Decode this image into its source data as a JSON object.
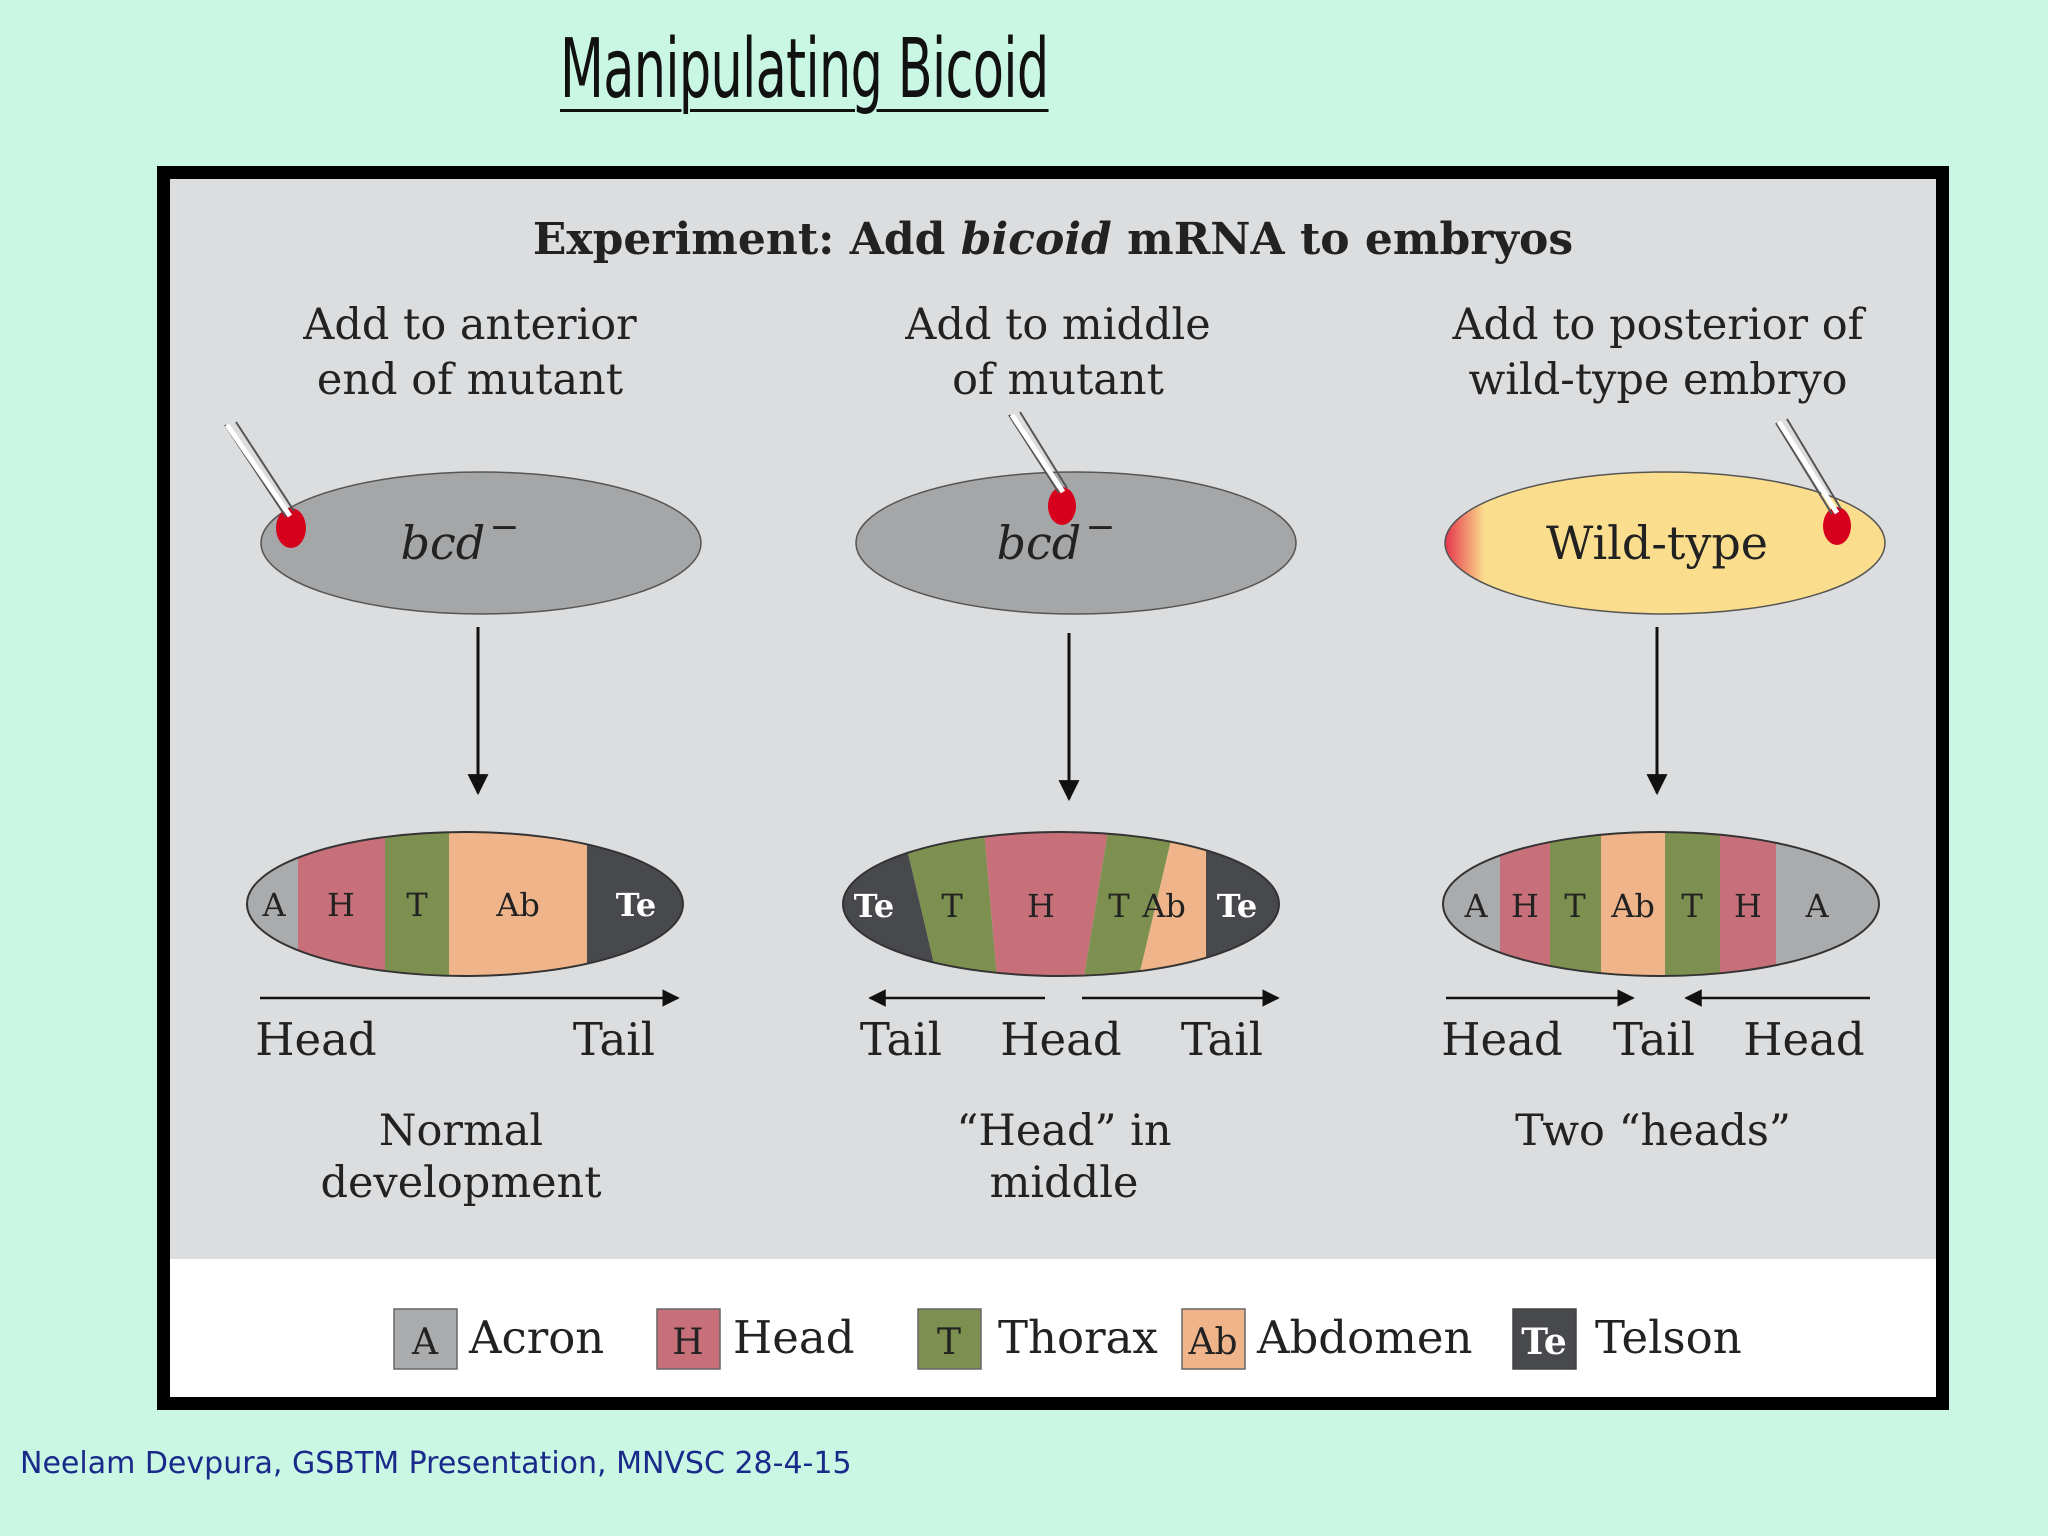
{
  "slide": {
    "title": "Manipulating Bicoid",
    "footer": "Neelam Devpura, GSBTM Presentation, MNVSC 28-4-15"
  },
  "figure": {
    "header_prefix": "Experiment: Add ",
    "header_italic": "bicoid",
    "header_suffix": " mRNA to embryos",
    "columns": [
      {
        "instruction": [
          "Add to anterior",
          "end of mutant"
        ],
        "egg_label": "bcd",
        "egg_superscript": "−",
        "segments": [
          "A",
          "H",
          "T",
          "Ab",
          "Te"
        ],
        "axis_labels": [
          "Head",
          "Tail"
        ],
        "outcome": [
          "Normal",
          "development"
        ]
      },
      {
        "instruction": [
          "Add to middle",
          "of mutant"
        ],
        "egg_label": "bcd",
        "egg_superscript": "−",
        "segments": [
          "Te",
          "T",
          "H",
          "T",
          "Ab",
          "Te"
        ],
        "axis_labels": [
          "Tail",
          "Head",
          "Tail"
        ],
        "outcome": [
          "“Head” in",
          "middle"
        ]
      },
      {
        "instruction": [
          "Add to posterior of",
          "wild-type embryo"
        ],
        "egg_label": "Wild-type",
        "egg_superscript": "",
        "segments": [
          "A",
          "H",
          "T",
          "Ab",
          "T",
          "H",
          "A"
        ],
        "axis_labels": [
          "Head",
          "Tail",
          "Head"
        ],
        "outcome": [
          "Two “heads”"
        ]
      }
    ],
    "legend": [
      {
        "abbr": "A",
        "label": "Acron",
        "color": "#a9abad"
      },
      {
        "abbr": "H",
        "label": "Head",
        "color": "#c8707a"
      },
      {
        "abbr": "T",
        "label": "Thorax",
        "color": "#7e9050"
      },
      {
        "abbr": "Ab",
        "label": "Abdomen",
        "color": "#efb489"
      },
      {
        "abbr": "Te",
        "label": "Telson",
        "color": "#48494c"
      }
    ]
  },
  "colors": {
    "slide_background": "#c9f7e4",
    "figure_background": "#dcdddf",
    "mutant_egg": "#a4a6a8",
    "wildtype_egg": "#fbdd8e",
    "injection": "#d6001c"
  }
}
